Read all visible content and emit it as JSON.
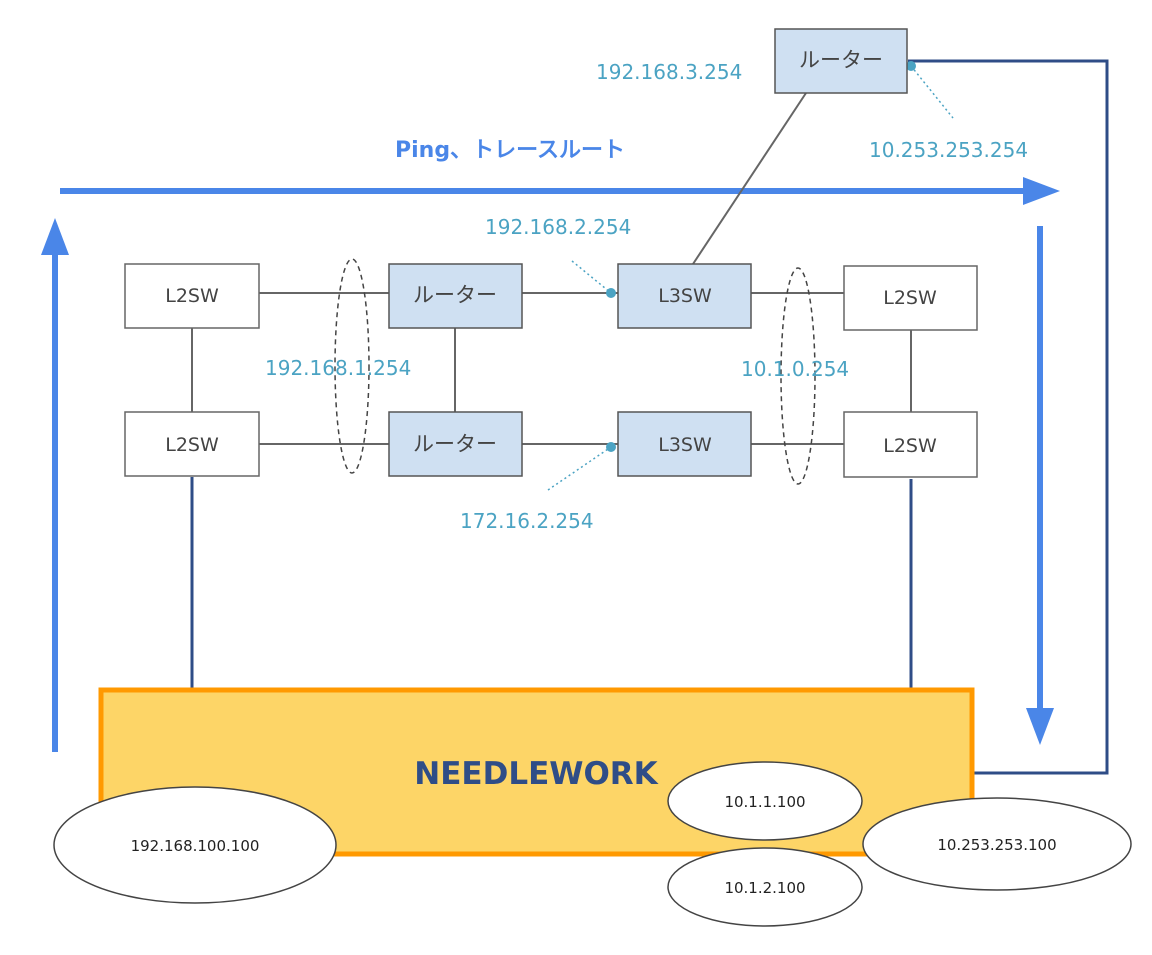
{
  "colors": {
    "ip_label": "#4ba3c3",
    "router_fill": "#cfe0f2",
    "router_stroke": "#555555",
    "switch_fill": "#ffffff",
    "switch_stroke": "#666666",
    "link": "#666666",
    "dark_link": "#2f4d87",
    "blue_arrow": "#4a86e8",
    "needlework_fill": "#fdd567",
    "needlework_stroke": "#ff9900",
    "needlework_text": "#2f4d87"
  },
  "flow_label": "Ping、トレースルート",
  "needlework": {
    "title": "NEEDLEWORK"
  },
  "nodes": {
    "l2sw_top_left": "L2SW",
    "l2sw_bottom_left": "L2SW",
    "router_top": "ルーター",
    "router_bottom": "ルーター",
    "router_upper": "ルーター",
    "l3sw_top": "L3SW",
    "l3sw_bottom": "L3SW",
    "l2sw_top_right": "L2SW",
    "l2sw_bottom_right": "L2SW"
  },
  "ip_labels": {
    "upper_router_left": "192.168.3.254",
    "upper_router_right": "10.253.253.254",
    "l3sw_top": "192.168.2.254",
    "left_segment": "192.168.1.254",
    "right_segment": "10.1.0.254",
    "l3sw_bottom": "172.16.2.254"
  },
  "hosts": {
    "left": "192.168.100.100",
    "center_top": "10.1.1.100",
    "center_bottom": "10.1.2.100",
    "right": "10.253.253.100"
  }
}
